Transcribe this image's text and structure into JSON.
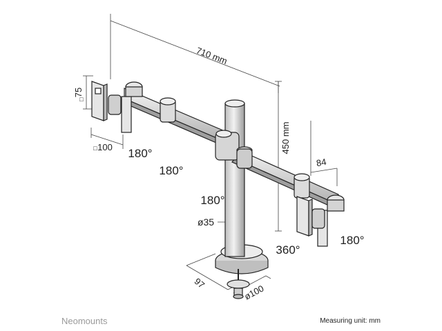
{
  "dimensions": {
    "width": "710 mm",
    "height": "450 mm",
    "depth": "84",
    "vesa_height": "75",
    "vesa_width": "100",
    "pole_diameter": "ø35",
    "base_depth": "97",
    "base_diameter": "ø100"
  },
  "rotations": {
    "left_tilt": "180°",
    "left_arm": "180°",
    "center_arm": "180°",
    "right_tilt": "180°",
    "pole_rotation": "360°"
  },
  "footer": {
    "brand": "Neomounts",
    "unit_note": "Measuring unit: mm"
  }
}
